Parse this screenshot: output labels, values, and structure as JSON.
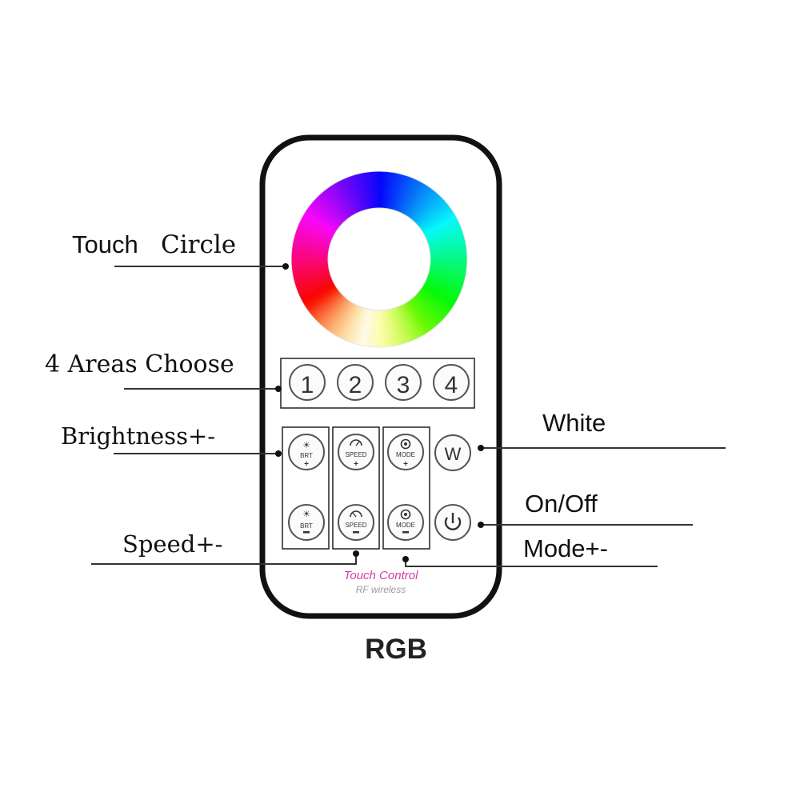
{
  "title": "RGB",
  "labels": {
    "touch_circle_a": "Touch",
    "touch_circle_b": "Circle",
    "areas": "4 Areas Choose",
    "brightness": "Brightness+-",
    "speed": "Speed+-",
    "white": "White",
    "onoff": "On/Off",
    "mode": "Mode+-"
  },
  "zones": [
    "1",
    "2",
    "3",
    "4"
  ],
  "buttons": {
    "brt": "BRT",
    "speed": "SPEED",
    "mode": "MODE",
    "white": "W"
  },
  "remote": {
    "brand_line1": "Touch Control",
    "brand_line2": "RF wireless"
  },
  "colors": {
    "outline": "#111111",
    "brand_pink": "#d63aa8",
    "brand_gray": "#9a9a9a"
  }
}
